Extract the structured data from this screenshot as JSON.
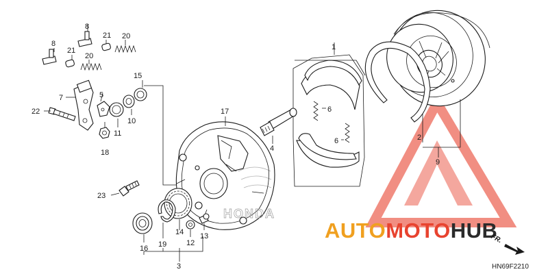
{
  "diagram": {
    "code": "HN69F2210",
    "front_marker": "FR.",
    "callouts": {
      "p1": "1",
      "p2": "2",
      "p3": "3",
      "p4": "4",
      "p5": "5",
      "p6a": "6",
      "p6b": "6",
      "p7": "7",
      "p8a": "8",
      "p8b": "8",
      "p9": "9",
      "p10": "10",
      "p11": "11",
      "p12": "12",
      "p13": "13",
      "p14": "14",
      "p15": "15",
      "p16": "16",
      "p17": "17",
      "p18": "18",
      "p19": "19",
      "p20a": "20",
      "p20b": "20",
      "p21a": "21",
      "p21b": "21",
      "p22": "22",
      "p23": "23"
    }
  },
  "watermark": {
    "part1": "AUTO",
    "part2": "MOTO",
    "part3": "HUB",
    "color_orange": "#f0a020",
    "color_red": "#e8432f",
    "color_dark": "#2b2b2b"
  },
  "brand_emboss": "HONDA"
}
